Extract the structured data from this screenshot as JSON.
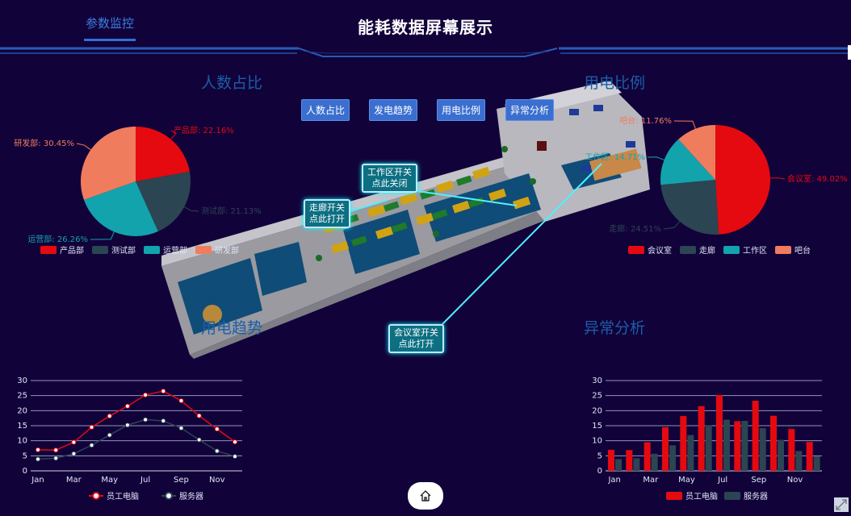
{
  "header": {
    "tab_label": "参数监控",
    "title": "能耗数据屏幕展示"
  },
  "panels": {
    "people_ratio_title": "人数占比",
    "power_trend_title": "用电趋势",
    "power_ratio_title": "用电比例",
    "anomaly_title": "异常分析"
  },
  "controls": {
    "buttons": [
      "人数占比",
      "发电趋势",
      "用电比例",
      "异常分析"
    ]
  },
  "callouts": {
    "workarea": [
      "工作区开关",
      "点此关闭"
    ],
    "corridor": [
      "走廊开关",
      "点此打开"
    ],
    "meeting": [
      "会议室开关",
      "点此打开"
    ]
  },
  "colors": {
    "red": "#e50a10",
    "darkslate": "#2b4553",
    "teal": "#13a3ad",
    "salmon": "#f07c5e",
    "background": "#12023a",
    "accent_blue": "#3a6fd0"
  },
  "chart_data": [
    {
      "type": "pie",
      "title": "人数占比",
      "slices": [
        {
          "name": "产品部",
          "value": 22.16,
          "label": "产品部: 22.16%"
        },
        {
          "name": "测试部",
          "value": 21.13,
          "label": "测试部: 21.13%"
        },
        {
          "name": "运营部",
          "value": 26.26,
          "label": "运营部: 26.26%"
        },
        {
          "name": "研发部",
          "value": 30.45,
          "label": "研发部: 30.45%"
        }
      ],
      "legend": [
        "产品部",
        "测试部",
        "运营部",
        "研发部"
      ],
      "legend_position": "bottom"
    },
    {
      "type": "pie",
      "title": "用电比例",
      "slices": [
        {
          "name": "会议室",
          "value": 49.02,
          "label": "会议室: 49.02%"
        },
        {
          "name": "走廊",
          "value": 24.51,
          "label": "走廊: 24.51%"
        },
        {
          "name": "工作区",
          "value": 14.71,
          "label": "工作区: 14.71%"
        },
        {
          "name": "吧台",
          "value": 11.76,
          "label": "吧台: 11.76%"
        }
      ],
      "legend": [
        "会议室",
        "走廊",
        "工作区",
        "吧台"
      ],
      "legend_position": "bottom"
    },
    {
      "type": "line",
      "title": "用电趋势",
      "categories": [
        "Jan",
        "Feb",
        "Mar",
        "Apr",
        "May",
        "Jun",
        "Jul",
        "Aug",
        "Sep",
        "Oct",
        "Nov",
        "Dec"
      ],
      "x_tick_labels": [
        "Jan",
        "Mar",
        "May",
        "Jul",
        "Sep",
        "Nov"
      ],
      "ylim": [
        0,
        30
      ],
      "y_ticks": [
        0,
        5,
        10,
        15,
        20,
        25,
        30
      ],
      "series": [
        {
          "name": "员工电脑",
          "values": [
            7.0,
            6.9,
            9.5,
            14.5,
            18.2,
            21.5,
            25.2,
            26.5,
            23.3,
            18.3,
            13.9,
            9.6
          ]
        },
        {
          "name": "服务器",
          "values": [
            3.9,
            4.2,
            5.7,
            8.5,
            11.9,
            15.2,
            17.0,
            16.6,
            14.2,
            10.3,
            6.6,
            4.8
          ]
        }
      ],
      "grid": true,
      "legend_position": "bottom"
    },
    {
      "type": "bar",
      "title": "异常分析",
      "categories": [
        "Jan",
        "Feb",
        "Mar",
        "Apr",
        "May",
        "Jun",
        "Jul",
        "Aug",
        "Sep",
        "Oct",
        "Nov",
        "Dec"
      ],
      "x_tick_labels": [
        "Jan",
        "Mar",
        "May",
        "Jul",
        "Sep",
        "Nov"
      ],
      "ylim": [
        0,
        30
      ],
      "y_ticks": [
        0,
        5,
        10,
        15,
        20,
        25,
        30
      ],
      "series": [
        {
          "name": "员工电脑",
          "values": [
            7.0,
            6.9,
            9.5,
            14.5,
            18.2,
            21.5,
            25.2,
            16.5,
            23.3,
            18.3,
            13.9,
            9.6
          ]
        },
        {
          "name": "服务器",
          "values": [
            3.9,
            4.2,
            5.7,
            8.5,
            11.9,
            15.2,
            17.0,
            16.6,
            14.2,
            10.3,
            6.6,
            4.8
          ]
        }
      ],
      "grid": true,
      "legend_position": "bottom"
    }
  ]
}
